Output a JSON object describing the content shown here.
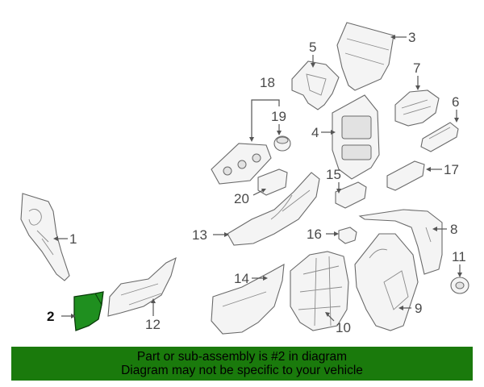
{
  "callouts": {
    "c1": "1",
    "c2": "2",
    "c3": "3",
    "c4": "4",
    "c5": "5",
    "c6": "6",
    "c7": "7",
    "c8": "8",
    "c9": "9",
    "c10": "10",
    "c11": "11",
    "c12": "12",
    "c13": "13",
    "c14": "14",
    "c15": "15",
    "c16": "16",
    "c17": "17",
    "c18": "18",
    "c19": "19",
    "c20": "20"
  },
  "highlighted_part": "2",
  "colors": {
    "banner": "#1a7a0c",
    "highlight_fill": "#1f8f1f",
    "line": "#555555"
  },
  "banner": {
    "line1": "Part or sub-assembly is #2 in diagram",
    "line2": "Diagram may not be specific to your vehicle"
  }
}
